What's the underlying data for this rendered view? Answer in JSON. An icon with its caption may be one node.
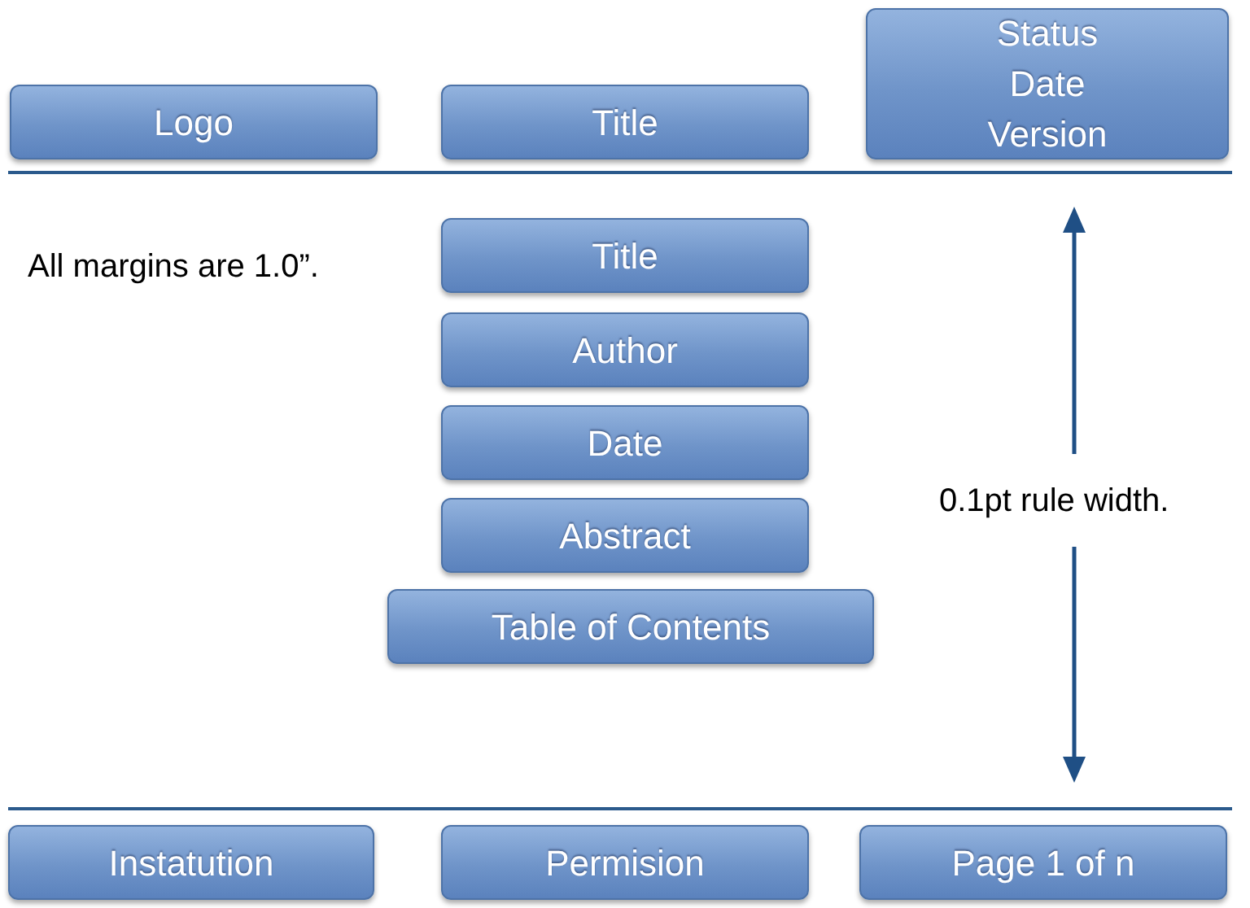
{
  "diagram": {
    "nodes": [
      {
        "text": [
          "Logo"
        ]
      },
      {
        "text": [
          "Title"
        ]
      },
      {
        "text": [
          "Status",
          "Date",
          "Version"
        ]
      },
      {
        "text": [
          "Title"
        ]
      },
      {
        "text": [
          "Author"
        ]
      },
      {
        "text": [
          "Date"
        ]
      },
      {
        "text": [
          "Abstract"
        ]
      },
      {
        "text": [
          "Table of Contents"
        ]
      },
      {
        "text": [
          "Instatution"
        ]
      },
      {
        "text": [
          "Permision"
        ]
      },
      {
        "text": [
          "Page 1 of n"
        ]
      }
    ],
    "labels": [
      "All margins are 1.0”.",
      "0.1pt rule width."
    ]
  }
}
